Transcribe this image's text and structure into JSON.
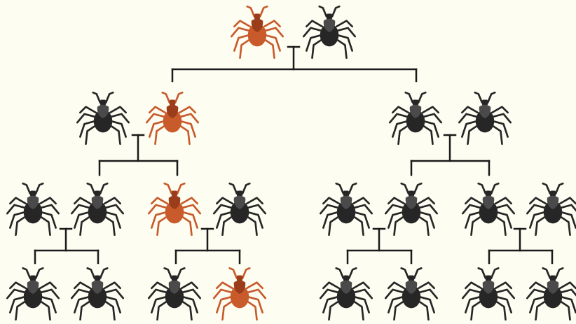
{
  "colors": {
    "background": "#fdfdf1",
    "normal_tick": "#262626",
    "normal_tick_shield": "#4a4a4a",
    "red_tick": "#c85a2b",
    "red_tick_shield": "#9b3c1a",
    "line": "#1a1a1a"
  },
  "icon": "tick-icon",
  "generations": [
    {
      "name": "generation-1",
      "pairs": [
        {
          "ticks": [
            "red",
            "normal"
          ]
        }
      ]
    },
    {
      "name": "generation-2",
      "pairs": [
        {
          "ticks": [
            "normal",
            "red"
          ]
        },
        {
          "ticks": [
            "normal",
            "normal"
          ]
        }
      ]
    },
    {
      "name": "generation-3",
      "pairs": [
        {
          "ticks": [
            "normal",
            "normal"
          ]
        },
        {
          "ticks": [
            "red",
            "normal"
          ]
        },
        {
          "ticks": [
            "normal",
            "normal"
          ]
        },
        {
          "ticks": [
            "normal",
            "normal"
          ]
        }
      ]
    },
    {
      "name": "generation-4",
      "pairs": [
        {
          "ticks": [
            "normal",
            "normal"
          ]
        },
        {
          "ticks": [
            "normal",
            "red"
          ]
        },
        {
          "ticks": [
            "normal",
            "normal"
          ]
        },
        {
          "ticks": [
            "normal",
            "normal"
          ]
        }
      ]
    }
  ]
}
